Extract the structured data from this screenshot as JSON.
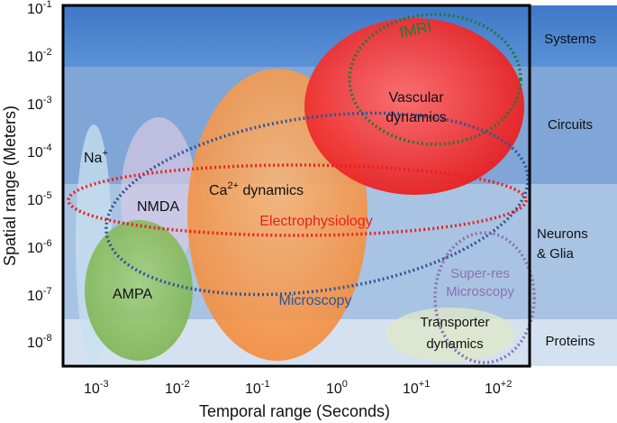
{
  "axes": {
    "x_label": "Temporal range (Seconds)",
    "y_label": "Spatial range (Meters)",
    "x_ticks": [
      {
        "base": "10",
        "exp": "-3"
      },
      {
        "base": "10",
        "exp": "-2"
      },
      {
        "base": "10",
        "exp": "-1"
      },
      {
        "base": "10",
        "exp": "0"
      },
      {
        "base": "10",
        "exp": "+1"
      },
      {
        "base": "10",
        "exp": "+2"
      }
    ],
    "y_ticks": [
      {
        "base": "10",
        "exp": "-1"
      },
      {
        "base": "10",
        "exp": "-2"
      },
      {
        "base": "10",
        "exp": "-3"
      },
      {
        "base": "10",
        "exp": "-4"
      },
      {
        "base": "10",
        "exp": "-5"
      },
      {
        "base": "10",
        "exp": "-6"
      },
      {
        "base": "10",
        "exp": "-7"
      },
      {
        "base": "10",
        "exp": "-8"
      }
    ]
  },
  "bands": {
    "systems": "Systems",
    "circuits": "Circuits",
    "neurons_line1": "Neurons",
    "neurons_line2": "& Glia",
    "proteins": "Proteins"
  },
  "regions": {
    "na_base": "Na",
    "na_sup": "+",
    "nmda": "NMDA",
    "ampa": "AMPA",
    "ca_base": "Ca",
    "ca_sup": "2+",
    "ca_rest": " dynamics",
    "vascular_line1": "Vascular",
    "vascular_line2": "dynamics",
    "fmri": "fMRI",
    "electrophysiology": "Electrophysiology",
    "microscopy": "Microscopy",
    "superres_line1": "Super-res",
    "superres_line2": "Microscopy",
    "transporter_line1": "Transporter",
    "transporter_line2": "dynamics"
  },
  "colors": {
    "systems_band": "#4f86cf",
    "circuits_band": "#7fa6d6",
    "neurons_band": "#a9c3e3",
    "proteins_band": "#d4e1f0",
    "vascular": "#ee2b2b",
    "calcium": "#f7a35a",
    "ampa": "#8cbf5f",
    "electrophysiology": "#e8201f",
    "microscopy": "#2f5597",
    "fmri": "#1f7a3a",
    "superres": "#8e6fb0"
  }
}
